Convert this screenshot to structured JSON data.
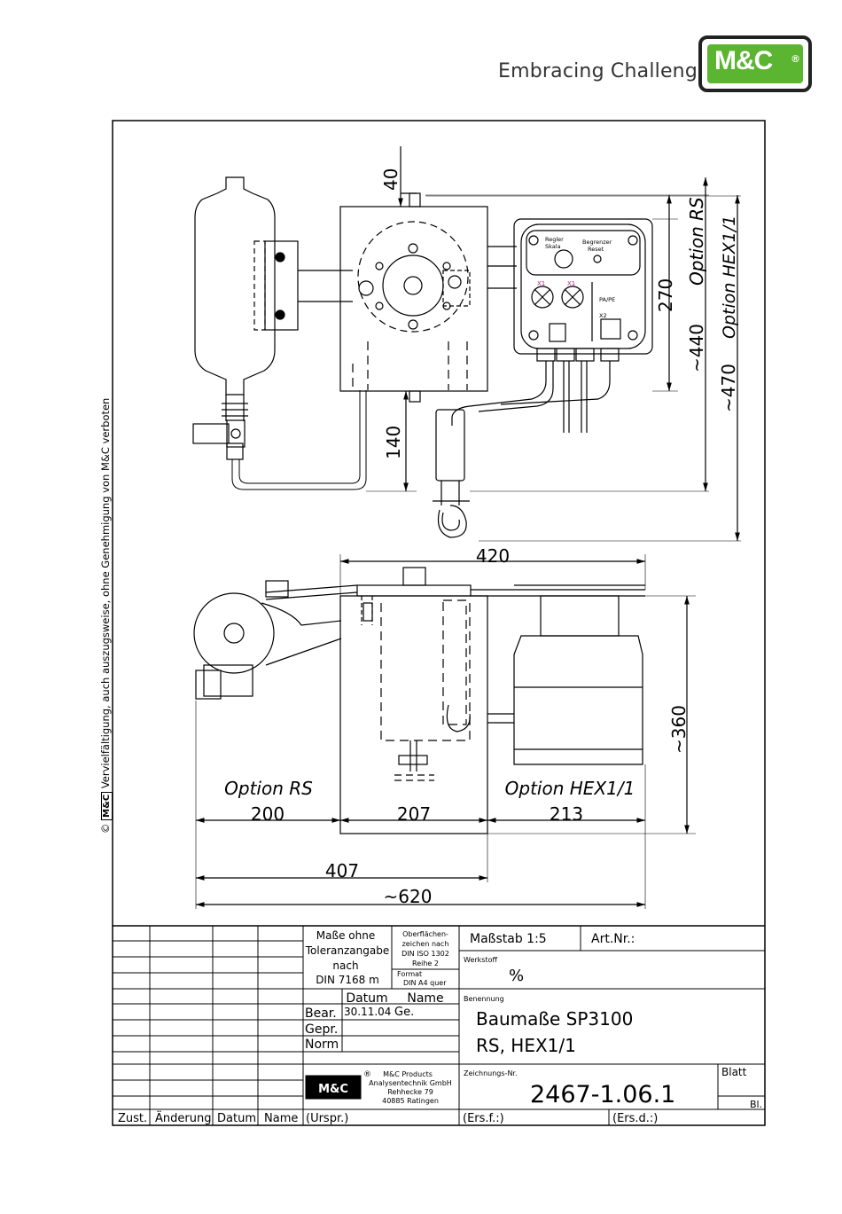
{
  "header": {
    "slogan": "Embracing Challenge",
    "logo_text": "M&C",
    "logo_reg": "®"
  },
  "side_note": {
    "copyright": "©",
    "logo": "M&C",
    "text": "Vervielfältigung, auch auszugsweise, ohne Genehmigung von M&C verboten"
  },
  "colors": {
    "logo_green": "#5cb531",
    "line": "#000000"
  },
  "top_view": {
    "dims": {
      "top": "40",
      "bottom_left": "140",
      "h_270": "270",
      "h_440": "~440",
      "h_470": "~470"
    },
    "labels": {
      "option_rs": "Option RS",
      "option_hex": "Option HEX1/1"
    },
    "panel": {
      "regler": "Regler",
      "skala": "Skala",
      "begrenzer": "Begrenzer",
      "reset": "Reset",
      "x1": "X1",
      "x1b": "X1",
      "pape": "PA/PE",
      "x2": "X2"
    }
  },
  "side_view": {
    "dims": {
      "top_width": "420",
      "height": "~360",
      "w_200": "200",
      "w_207": "207",
      "w_213": "213",
      "w_407": "407",
      "w_620": "~620"
    },
    "labels": {
      "option_rs": "Option RS",
      "option_hex": "Option HEX1/1"
    }
  },
  "title_block": {
    "tolerance": [
      "Maße ohne",
      "Toleranzangabe",
      "nach",
      "DIN 7168 m"
    ],
    "surface": [
      "Oberflächen-",
      "zeichen nach",
      "DIN ISO 1302",
      "Reihe 2"
    ],
    "format": [
      "Format",
      "DIN A4 quer"
    ],
    "scale": "Maßstab 1:5",
    "art_nr": "Art.Nr.:",
    "werkstoff_label": "Werkstoff",
    "werkstoff_value": "%",
    "datum_header": "Datum",
    "name_header": "Name",
    "bear": "Bear.",
    "bear_date": "30.11.04",
    "bear_name": "Ge.",
    "gepr": "Gepr.",
    "norm": "Norm",
    "benennung_label": "Benennung",
    "benennung_line1": "Baumaße SP3100",
    "benennung_line2": "RS, HEX1/1",
    "company": [
      "M&C Products",
      "Analysentechnik GmbH",
      "Rehhecke 79",
      "40885 Ratingen"
    ],
    "company_reg": "®",
    "company_logo": "M&C",
    "zeichnungs_label": "Zeichnungs-Nr.",
    "zeichnungs_nr": "2467-1.06.1",
    "blatt": "Blatt",
    "bl": "Bl.",
    "bottom_row": [
      "Zust.",
      "Änderung",
      "Datum",
      "Name",
      "(Urspr.)",
      "(Ers.f.:)",
      "(Ers.d.:)"
    ]
  }
}
